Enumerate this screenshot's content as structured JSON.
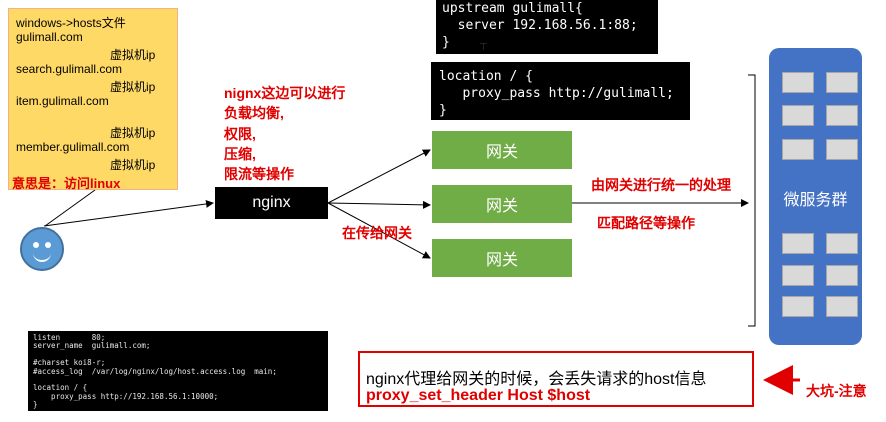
{
  "note": {
    "lines": [
      "windows->hosts文件",
      "gulimall.com",
      "虚拟机ip",
      "search.gulimall.com",
      "虚拟机ip",
      "item.gulimall.com",
      "虚拟机ip",
      "member.gulimall.com",
      "虚拟机ip"
    ],
    "meaning": "意思是：访问linux"
  },
  "nginx_label": "nginx",
  "nginx_features": [
    "nignx这边可以进行",
    "负载均衡,",
    "权限,",
    "压缩,",
    "限流等操作"
  ],
  "pass_label": "在传给网关",
  "gateway_label": "网关",
  "gateway_note_1": "由网关进行统一的处理",
  "gateway_note_2": "匹配路径等操作",
  "upstream_code": "upstream gulimall{\n  server 192.168.56.1:88;\n}",
  "upstream_cursor": "⊤",
  "location_code": "location / {\n   proxy_pass http://gulimall;\n}",
  "server_code": "listen       80;\nserver_name  gulimall.com;\n\n#charset koi8-r;\n#access_log  /var/log/nginx/log/host.access.log  main;\n\nlocation / {\n    proxy_pass http://192.168.56.1:10000;\n}",
  "microservices_label": "微服务群",
  "warning": {
    "line1": "nginx代理给网关的时候，会丢失请求的host信息",
    "line2": "proxy_set_header Host $host",
    "tag": "大坑-注意"
  },
  "colors": {
    "note_bg": "#ffd966",
    "gateway": "#70ad47",
    "microservices": "#4472c4",
    "emphasis": "#e10000"
  }
}
